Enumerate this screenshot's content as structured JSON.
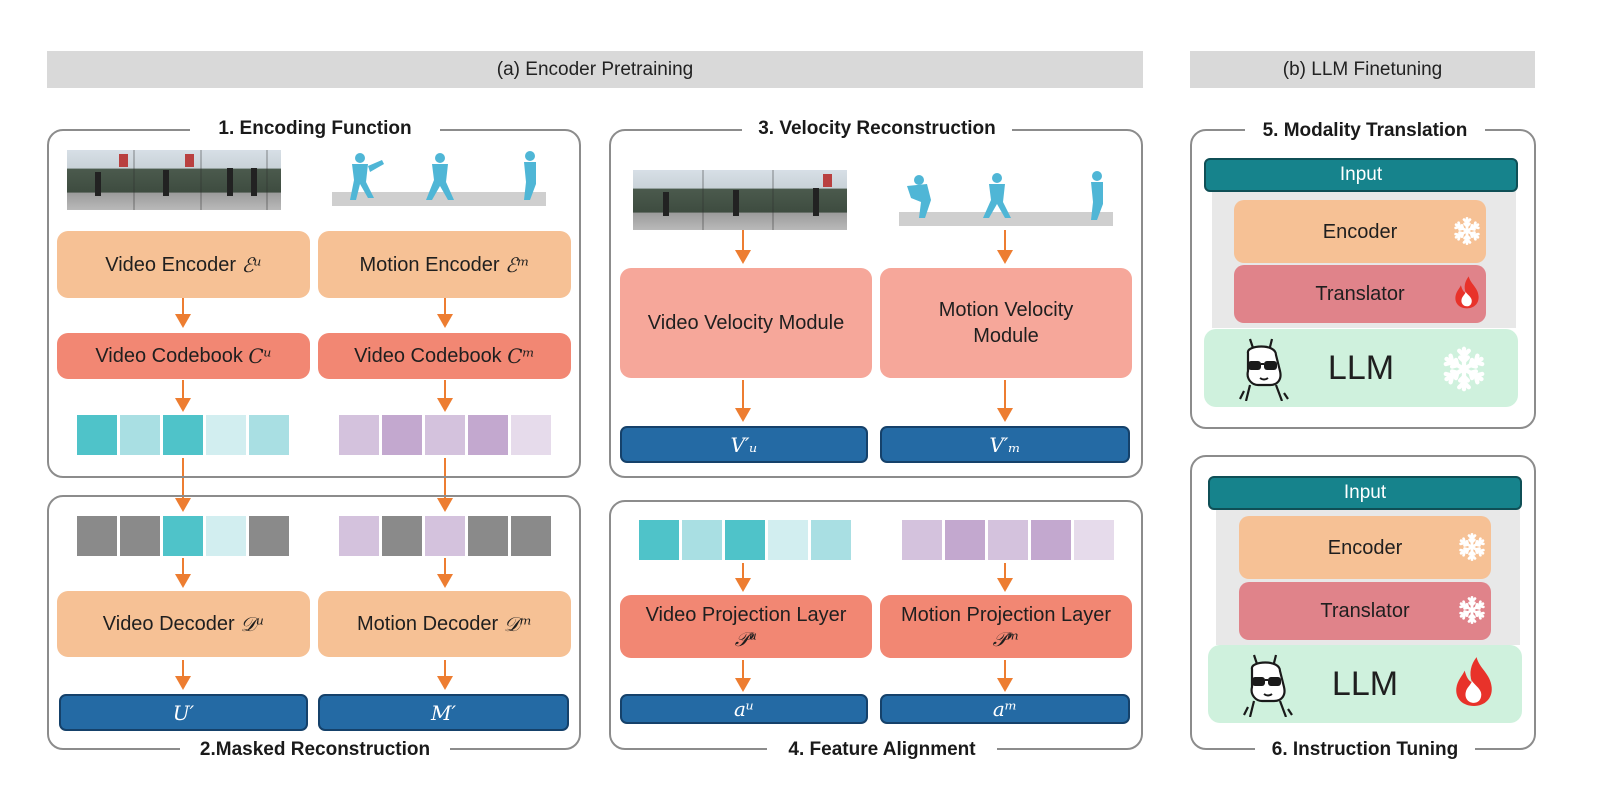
{
  "sections": {
    "encoder_pretraining": "(a) Encoder Pretraining",
    "llm_finetuning": "(b) LLM Finetuning"
  },
  "panels": {
    "encoding_function": "1. Encoding Function",
    "masked_reconstruction": "2.Masked Reconstruction",
    "velocity_reconstruction": "3. Velocity Reconstruction",
    "feature_alignment": "4. Feature Alignment",
    "modality_translation": "5. Modality Translation",
    "instruction_tuning": "6. Instruction Tuning"
  },
  "encoding": {
    "video_encoder": "Video Encoder",
    "video_encoder_sym": "ℰᵘ",
    "motion_encoder": "Motion Encoder",
    "motion_encoder_sym": "ℰᵐ",
    "video_codebook": "Video Codebook",
    "video_codebook_sym": "Cᵘ",
    "motion_codebook": "Video Codebook",
    "motion_codebook_sym": "Cᵐ"
  },
  "masked": {
    "video_decoder": "Video Decoder",
    "video_decoder_sym": "𝒟ᵘ",
    "motion_decoder": "Motion Decoder",
    "motion_decoder_sym": "𝒟ᵐ",
    "out_video": "U′",
    "out_motion": "M′"
  },
  "velocity": {
    "video_module": "Video Velocity Module",
    "motion_module": "Motion Velocity Module",
    "out_video": "V′ᵤ",
    "out_motion": "V′ₘ"
  },
  "alignment": {
    "video_proj": "Video Projection Layer",
    "video_proj_sym": "𝒫ᵘ",
    "motion_proj": "Motion Projection Layer",
    "motion_proj_sym": "𝒫ᵐ",
    "out_video": "aᵘ",
    "out_motion": "aᵐ"
  },
  "stage5": {
    "input": "Input",
    "encoder": "Encoder",
    "translator": "Translator",
    "llm": "LLM",
    "encoder_state": "snowflake-icon",
    "translator_state": "flame-icon",
    "llm_state": "snowflake-icon"
  },
  "stage6": {
    "input": "Input",
    "encoder": "Encoder",
    "translator": "Translator",
    "llm": "LLM",
    "encoder_state": "snowflake-icon",
    "translator_state": "snowflake-icon",
    "llm_state": "flame-icon"
  },
  "colors": {
    "teal_strong": "#4fc3c9",
    "teal_mid": "#a9dfe3",
    "teal_light": "#d2eef0",
    "purple_strong": "#c3a8cf",
    "purple_mid": "#d4c2dd",
    "purple_light": "#e6dbeb",
    "mask_grey": "#8a8a8a"
  }
}
